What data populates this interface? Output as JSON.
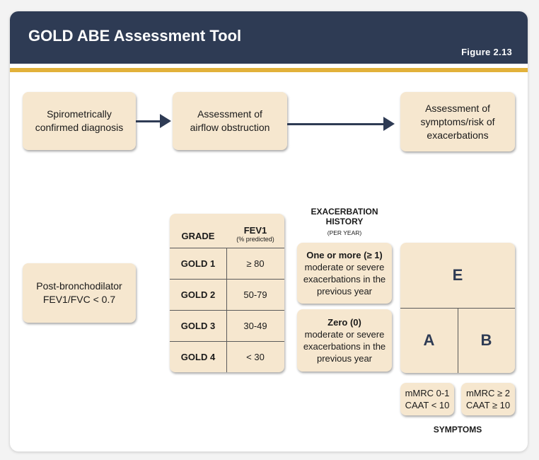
{
  "header": {
    "title": "GOLD ABE Assessment Tool",
    "figure_label": "Figure  2.13"
  },
  "flow": {
    "step1": [
      "Spirometrically",
      "confirmed diagnosis"
    ],
    "step2": [
      "Assessment of",
      "airflow obstruction"
    ],
    "step3": [
      "Assessment of",
      "symptoms/risk of",
      "exacerbations"
    ]
  },
  "postbronch": [
    "Post-bronchodilator",
    "FEV1/FVC < 0.7"
  ],
  "fev_table": {
    "header_grade": "GRADE",
    "header_fev": "FEV1",
    "header_fev_sub": "(% predicted)",
    "rows": [
      {
        "grade": "GOLD 1",
        "value": "≥ 80"
      },
      {
        "grade": "GOLD 2",
        "value": "50-79"
      },
      {
        "grade": "GOLD 3",
        "value": "30-49"
      },
      {
        "grade": "GOLD 4",
        "value": "< 30"
      }
    ]
  },
  "exacerbation": {
    "title_line1": "EXACERBATION",
    "title_line2": "HISTORY",
    "subtitle": "(PER YEAR)",
    "high": {
      "heading": "One or more (≥ 1)",
      "lines": [
        "moderate or severe",
        "exacerbations in the",
        "previous year"
      ]
    },
    "low": {
      "heading": "Zero (0)",
      "lines": [
        "moderate or severe",
        "exacerbations in the",
        "previous year"
      ]
    }
  },
  "groups": {
    "e": "E",
    "a": "A",
    "b": "B"
  },
  "symptoms": {
    "low": [
      "mMRC 0-1",
      "CAAT < 10"
    ],
    "high": [
      "mMRC ≥ 2",
      "CAAT ≥ 10"
    ],
    "label": "SYMPTOMS"
  },
  "colors": {
    "header_bg": "#2e3b54",
    "accent_gold": "#e2b13a",
    "box_fill": "#f6e7cf"
  }
}
